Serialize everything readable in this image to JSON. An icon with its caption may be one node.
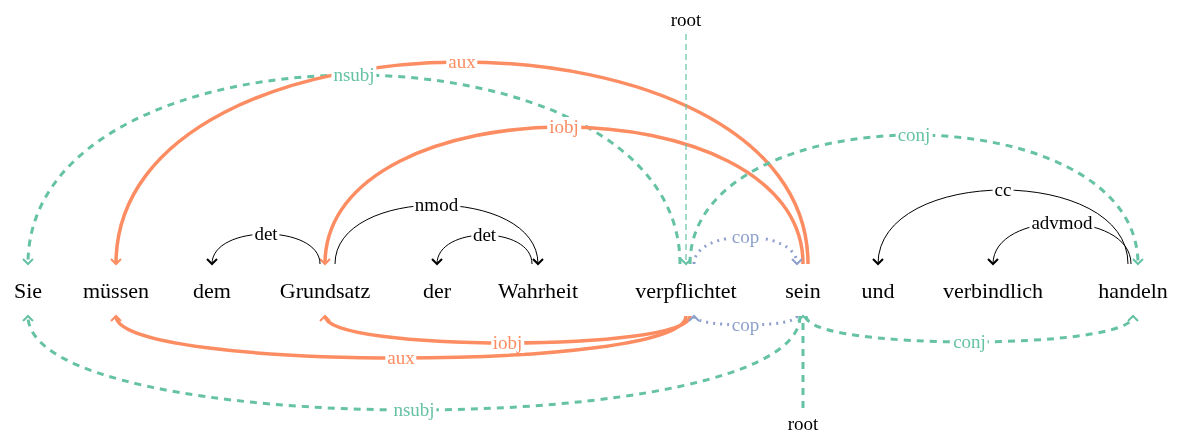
{
  "diagram": {
    "nodes": [
      {
        "text": [
          "Sie"
        ]
      },
      {
        "text": [
          "müssen"
        ]
      },
      {
        "text": [
          "dem"
        ]
      },
      {
        "text": [
          "Grundsatz"
        ]
      },
      {
        "text": [
          "der"
        ]
      },
      {
        "text": [
          "Wahrheit"
        ]
      },
      {
        "text": [
          "verpflichtet"
        ]
      },
      {
        "text": [
          "sein"
        ]
      },
      {
        "text": [
          "und"
        ]
      },
      {
        "text": [
          "verbindlich"
        ]
      },
      {
        "text": [
          "handeln"
        ]
      },
      {
        "text": [
          "root"
        ]
      },
      {
        "text": [
          "root"
        ]
      }
    ],
    "edges": [
      {
        "from": 6,
        "to": 0,
        "arrow": "to",
        "label": "nsubj",
        "style": "dashed",
        "color": "#66c2a5"
      },
      {
        "from": 7,
        "to": 1,
        "arrow": "to",
        "label": "aux",
        "color": "#fc8d62"
      },
      {
        "from": 7,
        "to": 3,
        "arrow": "to",
        "label": "iobj",
        "color": "#fc8d62"
      },
      {
        "from": 6,
        "to": 7,
        "arrow": "to",
        "label": "cop",
        "style": "dashed",
        "color": "#8da0cb"
      },
      {
        "from": 6,
        "to": 10,
        "arrow": "to",
        "label": "conj",
        "style": "dashed",
        "color": "#66c2a5"
      },
      {
        "from": 11,
        "to": 6,
        "arrow": "to",
        "style": "dashed",
        "color": "#66c2a5"
      },
      {
        "from": 3,
        "to": 2,
        "arrow": "to",
        "label": "det",
        "color": "#000000"
      },
      {
        "from": 3,
        "to": 5,
        "arrow": "to",
        "label": "nmod",
        "color": "#000000"
      },
      {
        "from": 5,
        "to": 4,
        "arrow": "to",
        "label": "det",
        "color": "#000000"
      },
      {
        "from": 10,
        "to": 8,
        "arrow": "to",
        "label": "cc",
        "color": "#000000"
      },
      {
        "from": 10,
        "to": 9,
        "arrow": "to",
        "label": "advmod",
        "color": "#000000"
      },
      {
        "from": 6,
        "to": 1,
        "arrow": "to",
        "label": "aux",
        "color": "#fc8d62"
      },
      {
        "from": 6,
        "to": 3,
        "arrow": "to",
        "label": "iobj",
        "color": "#fc8d62"
      },
      {
        "from": 7,
        "to": 6,
        "arrow": "to",
        "label": "cop",
        "style": "dashed",
        "color": "#8da0cb"
      },
      {
        "from": 7,
        "to": 0,
        "arrow": "to",
        "label": "nsubj",
        "style": "dashed",
        "color": "#66c2a5"
      },
      {
        "from": 7,
        "to": 10,
        "arrow": "to",
        "label": "conj",
        "style": "dashed",
        "color": "#66c2a5"
      },
      {
        "from": 12,
        "to": 7,
        "arrow": "to",
        "style": "dashed",
        "color": "#66c2a5"
      }
    ]
  }
}
